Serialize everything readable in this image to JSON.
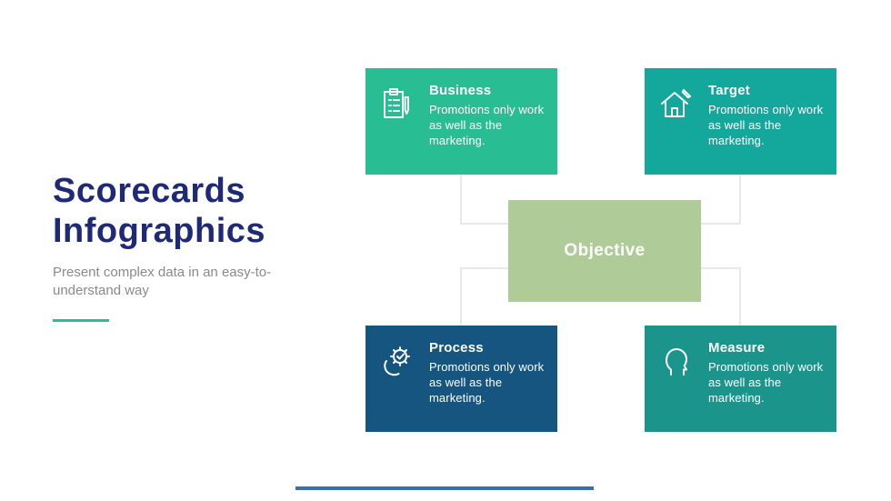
{
  "left_panel": {
    "title_line1": "Scorecards",
    "title_line2": "Infographics",
    "subtitle": "Present complex data in an easy-to-understand way",
    "title_color": "#1F2A77",
    "accent_color": "#2CBD96"
  },
  "diagram": {
    "center": {
      "label": "Objective",
      "color": "#AFCB97"
    },
    "connector_color": "#E9E9E9",
    "cards": [
      {
        "title": "Business",
        "body": "Promotions only work as well as the marketing.",
        "color": "#29BD94",
        "icon": "clipboard-checklist-icon"
      },
      {
        "title": "Target",
        "body": "Promotions only work as well as the marketing.",
        "color": "#14A79B",
        "icon": "house-pencil-icon"
      },
      {
        "title": "Process",
        "body": "Promotions only work as well as the marketing.",
        "color": "#16557F",
        "icon": "phone-gear-icon"
      },
      {
        "title": "Measure",
        "body": "Promotions only work as well as the marketing.",
        "color": "#1B958C",
        "icon": "head-profile-icon"
      }
    ]
  },
  "footer": {
    "line_color": "#3A6FB0"
  }
}
